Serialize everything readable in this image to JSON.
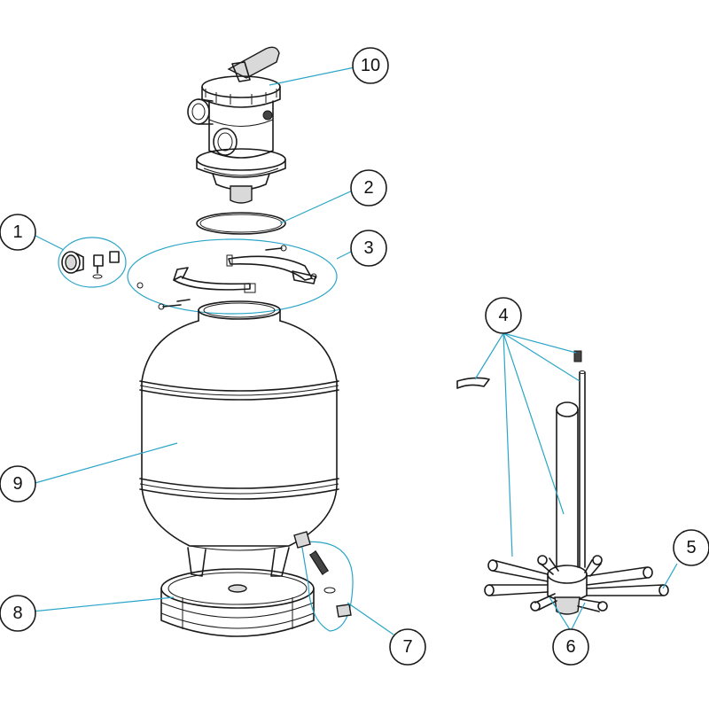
{
  "callouts": [
    {
      "id": "1",
      "label": "1"
    },
    {
      "id": "2",
      "label": "2"
    },
    {
      "id": "3",
      "label": "3"
    },
    {
      "id": "4",
      "label": "4"
    },
    {
      "id": "5",
      "label": "5"
    },
    {
      "id": "6",
      "label": "6"
    },
    {
      "id": "7",
      "label": "7"
    },
    {
      "id": "8",
      "label": "8"
    },
    {
      "id": "9",
      "label": "9"
    },
    {
      "id": "10",
      "label": "10"
    }
  ],
  "colors": {
    "leader": "#2aa5c8",
    "outline": "#1a1a1a",
    "shade": "#d9d9d9"
  }
}
